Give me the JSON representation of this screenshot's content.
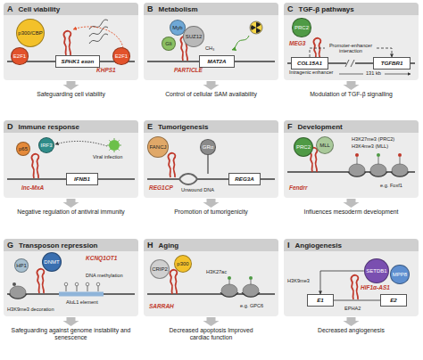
{
  "diagram": {
    "nodes": [
      {
        "text": [
          "A",
          "Cell viability"
        ]
      },
      {
        "text": [
          "B",
          "Metabolism"
        ]
      },
      {
        "text": [
          "C",
          "TGF-β pathways"
        ]
      },
      {
        "text": [
          "D",
          "Immune response"
        ]
      },
      {
        "text": [
          "E",
          "Tumorigenesis"
        ]
      },
      {
        "text": [
          "F",
          "Development"
        ]
      },
      {
        "text": [
          "G",
          "Transposon repression"
        ]
      },
      {
        "text": [
          "H",
          "Aging"
        ]
      },
      {
        "text": [
          "I",
          "Angiogenesis"
        ]
      },
      {
        "text": [
          "p300/CBP"
        ],
        "in": 0
      },
      {
        "text": [
          "E2F1"
        ],
        "in": 0
      },
      {
        "text": [
          "E2F1"
        ],
        "in": 0
      },
      {
        "text": [
          "SPHK1 exon"
        ],
        "in": 0
      },
      {
        "text": [
          "Myb"
        ],
        "in": 1
      },
      {
        "text": [
          "Gli"
        ],
        "in": 1
      },
      {
        "text": [
          "SUZ12"
        ],
        "in": 1
      },
      {
        "text": [
          "MAT2A"
        ],
        "in": 1
      },
      {
        "text": [
          "PRC2"
        ],
        "in": 2
      },
      {
        "text": [
          "COL15A1"
        ],
        "in": 2
      },
      {
        "text": [
          "TGFBR1"
        ],
        "in": 2
      },
      {
        "text": [
          "p65"
        ],
        "in": 3
      },
      {
        "text": [
          "IRF3"
        ],
        "in": 3
      },
      {
        "text": [
          "IFNB1"
        ],
        "in": 3
      },
      {
        "text": [
          "FANCJ"
        ],
        "in": 4
      },
      {
        "text": [
          "GRα"
        ],
        "in": 4
      },
      {
        "text": [
          "REG3A"
        ],
        "in": 4
      },
      {
        "text": [
          "PRC2"
        ],
        "in": 5
      },
      {
        "text": [
          "MLL"
        ],
        "in": 5
      },
      {
        "text": [
          "HP1"
        ],
        "in": 6
      },
      {
        "text": [
          "DNMT"
        ],
        "in": 6
      },
      {
        "text": [
          "CRIP2"
        ],
        "in": 7
      },
      {
        "text": [
          "p300"
        ],
        "in": 7
      },
      {
        "text": [
          "SETDB1"
        ],
        "in": 8
      },
      {
        "text": [
          "MPP8"
        ],
        "in": 8
      },
      {
        "text": [
          "E1"
        ],
        "in": 8
      },
      {
        "text": [
          "E2"
        ],
        "in": 8
      }
    ],
    "edges": [
      {
        "from": 18,
        "to": 19,
        "arrow": "to",
        "label": "Promoter-enhancer interaction"
      },
      {
        "from": 32,
        "to": 34,
        "arrow": "to"
      }
    ],
    "labels": [
      "KHPS1",
      "Safeguarding cell viability",
      "CH₃",
      "PARTICLE",
      "Control of cellular SAM availability",
      "MEG3",
      "Intragenic enhancer",
      "131 kb",
      "Modulation of TGF-β signalling",
      "lnc-MxA",
      "Viral infection",
      "Negative regulation of antiviral immunity",
      "REG1CP",
      "Unwound DNA",
      "Promotion of tumorigenicity",
      "H3K27me3 (PRC2)",
      "H3K4me3 (MLL)",
      "Fendrr",
      "e.g. Foxf1",
      "Influences mesoderm development",
      "KCNQ1OT1",
      "DNA methylation",
      "AluL1 element",
      "H3K9me3 decoration",
      "Safeguarding against genome instability and senescence",
      "SARRAH",
      "H3K27ac",
      "e.g. GPC6",
      "Decreased apoptosis Improved cardiac function",
      "HIF1α-AS1",
      "H3K9me3",
      "EPHA2",
      "Decreased angiogenesis"
    ]
  }
}
